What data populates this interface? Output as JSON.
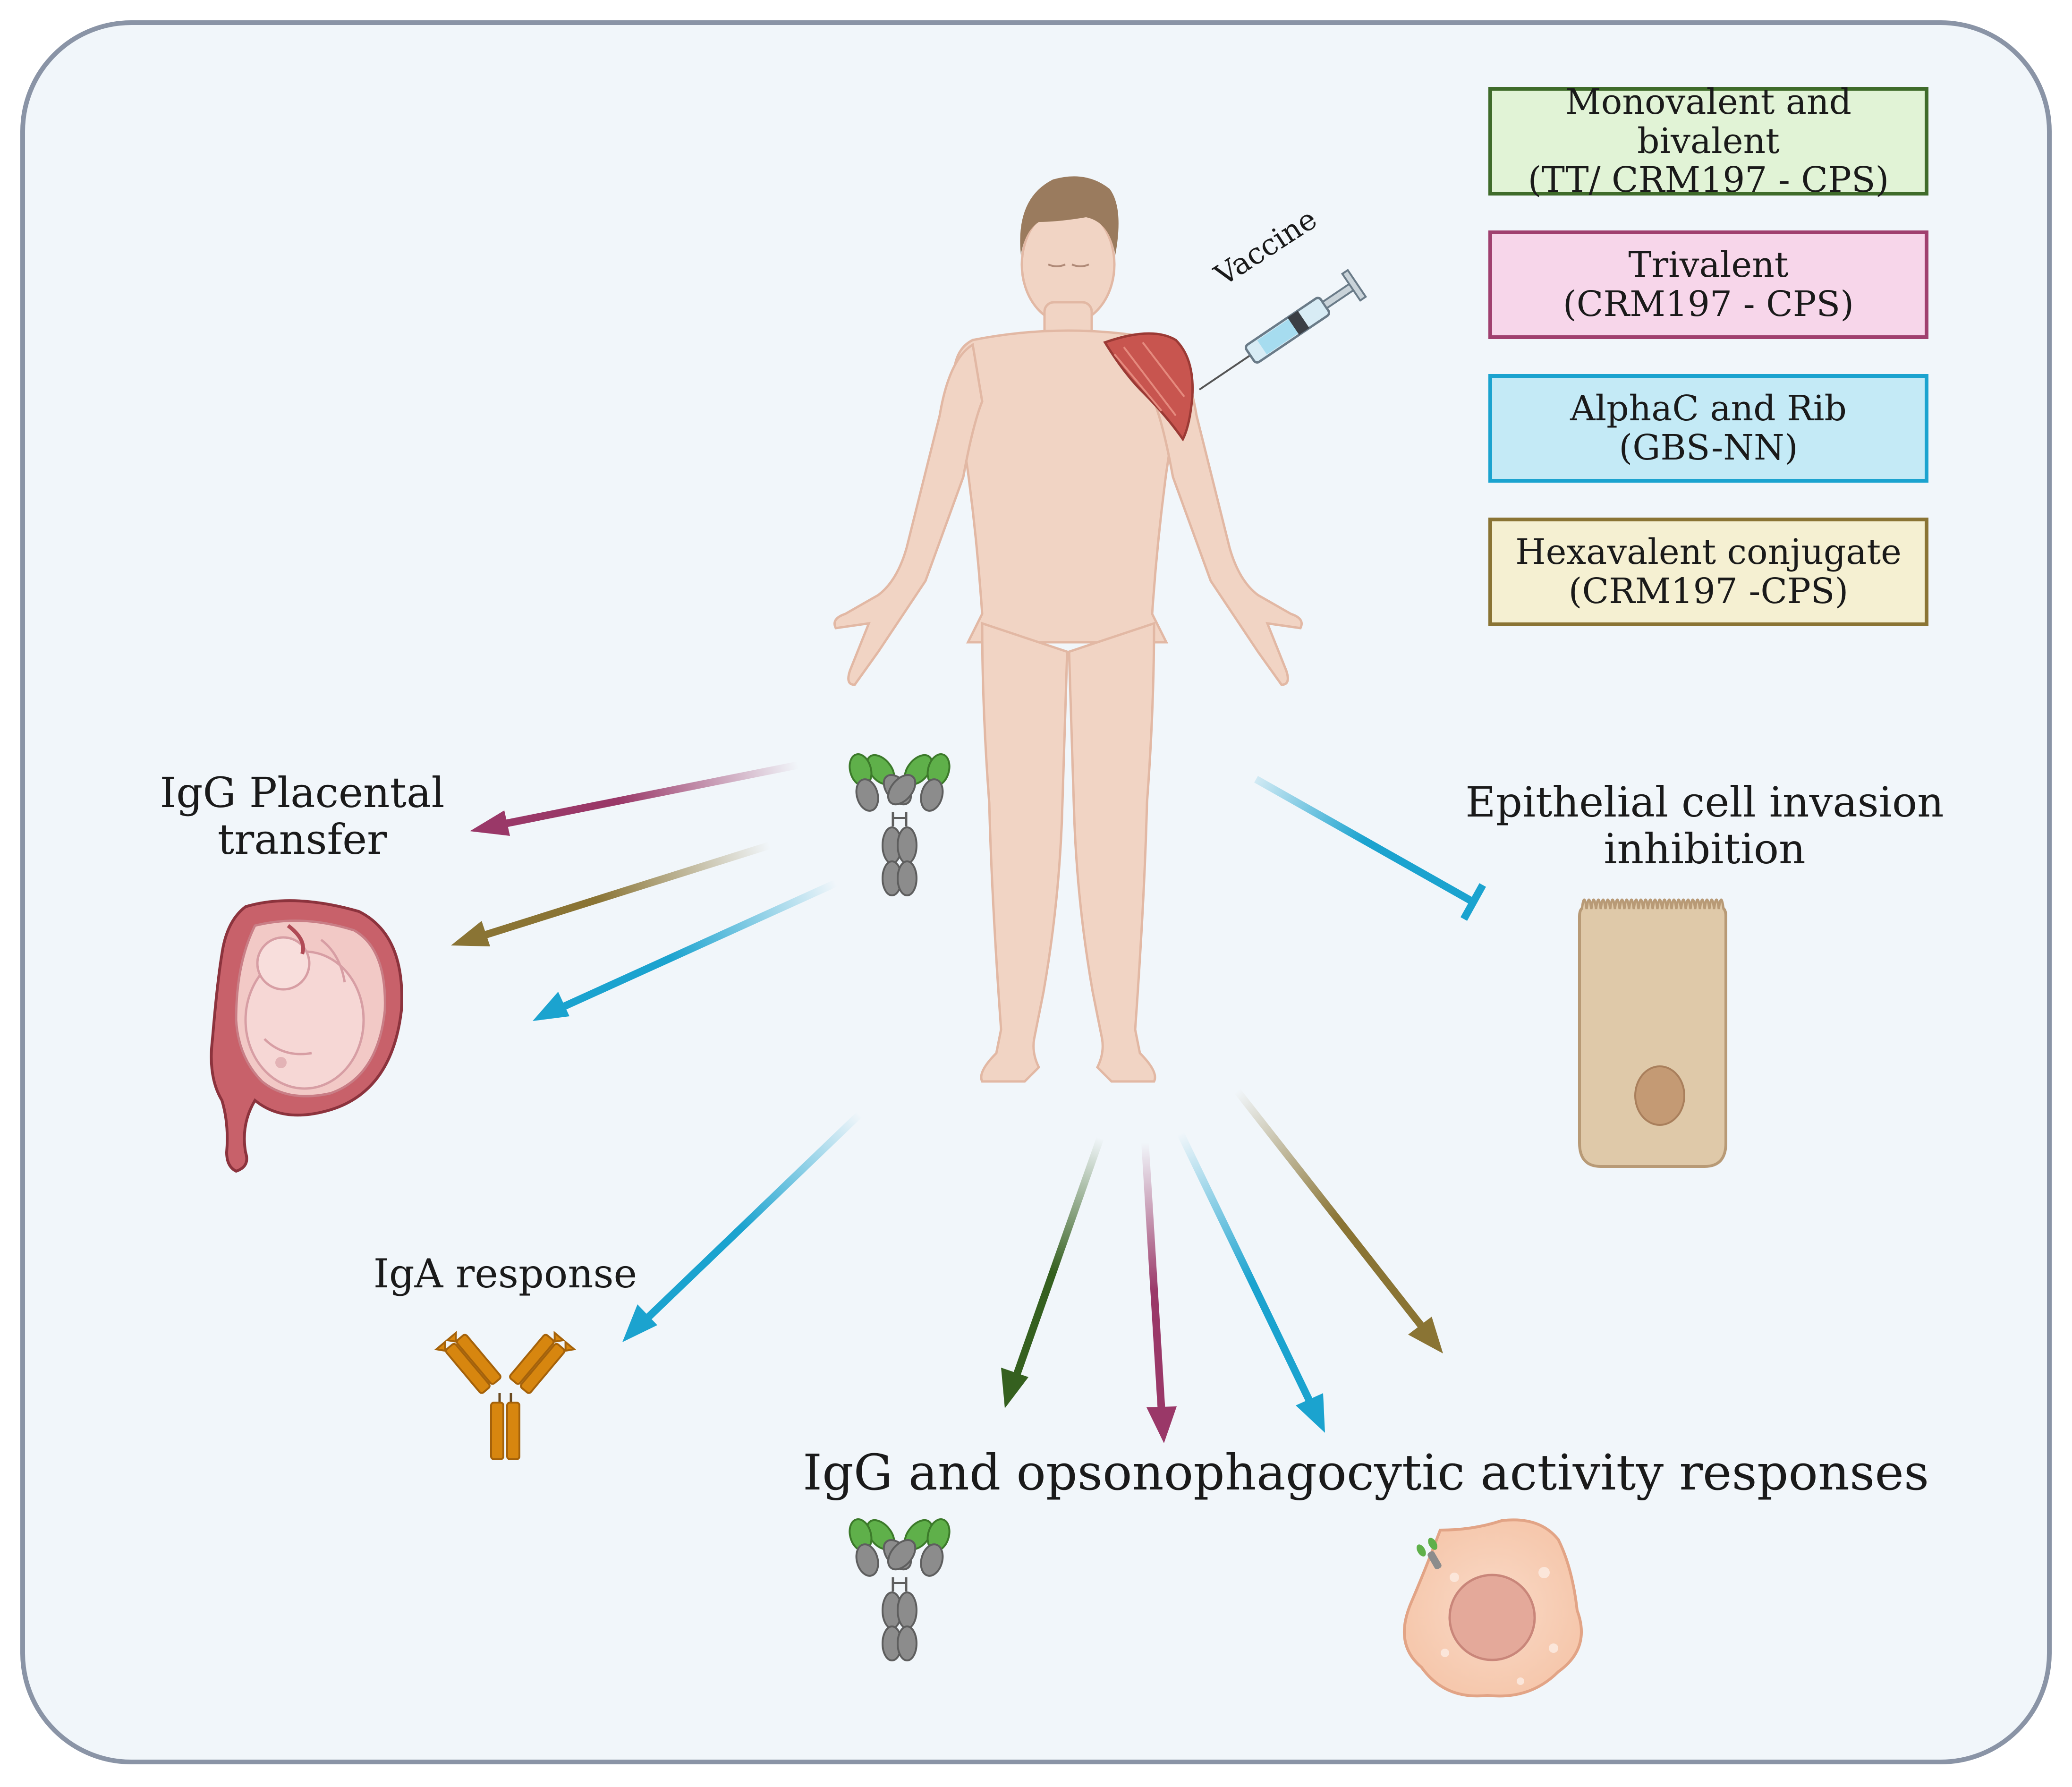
{
  "legend": [
    {
      "line1": "Monovalent and bivalent",
      "line2": "(TT/ CRM197 - CPS)",
      "border": "#3f6b2a",
      "fill": "#e1f3d6"
    },
    {
      "line1": "Trivalent",
      "line2": "(CRM197 - CPS)",
      "border": "#a0406f",
      "fill": "#f7d6ea"
    },
    {
      "line1": "AlphaC and Rib",
      "line2": "(GBS-NN)",
      "border": "#1ba3cf",
      "fill": "#c4eaf6"
    },
    {
      "line1": "Hexavalent conjugate",
      "line2": "(CRM197 -CPS)",
      "border": "#8a7434",
      "fill": "#f5f0d2"
    }
  ],
  "labels": {
    "vaccine": "Vaccine",
    "placental_line1": "IgG Placental",
    "placental_line2": "transfer",
    "epithelial_line1": "Epithelial cell invasion",
    "epithelial_line2": "inhibition",
    "iga": "IgA response",
    "igg_opso": "IgG and opsonophagocytic activity responses"
  },
  "colors": {
    "green": "#35601f",
    "magenta": "#9a3868",
    "blue": "#1ba3cf",
    "olive": "#8a7434",
    "panel_bg": "#f1f6fa",
    "panel_border": "#8a94a6",
    "skin": "#f1d4c4",
    "hair": "#9a7b5e",
    "muscle": "#c8554f",
    "iga_orange": "#d7860f",
    "antibody_green": "#5fb04a",
    "antibody_grey": "#8c8c8c"
  },
  "icons": [
    "human-body-icon",
    "syringe-icon",
    "shoulder-muscle-icon",
    "igg-antibody-icon",
    "iga-antibody-icon",
    "pregnant-uterus-icon",
    "epithelial-cell-icon",
    "phagocyte-cell-icon"
  ]
}
